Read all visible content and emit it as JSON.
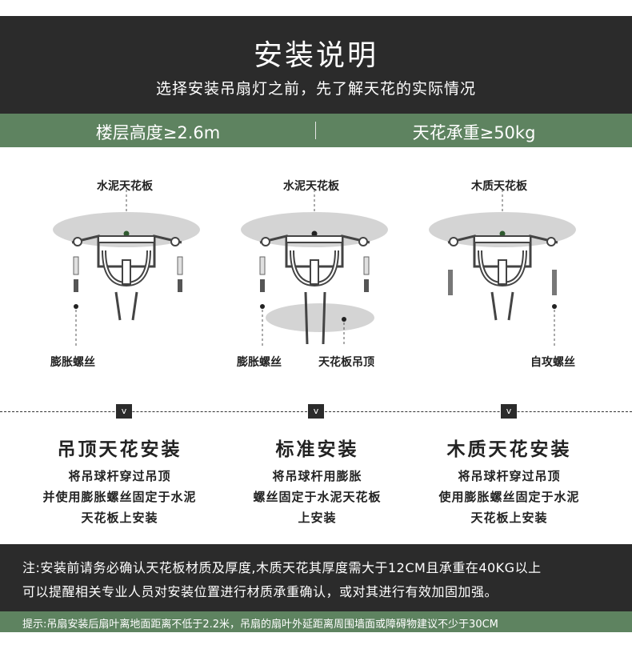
{
  "header": {
    "title": "安装说明",
    "subtitle": "选择安装吊扇灯之前，先了解天花的实际情况"
  },
  "requirements": {
    "floor_height": "楼层高度≥2.6m",
    "ceiling_load": "天花承重≥50kg"
  },
  "diagrams": [
    {
      "ceiling_label": "水泥天花板",
      "screw_label": "膨胀螺丝",
      "ceiling_label2": ""
    },
    {
      "ceiling_label": "水泥天花板",
      "screw_label": "膨胀螺丝",
      "ceiling_label2": "天花板吊顶"
    },
    {
      "ceiling_label": "木质天花板",
      "screw_label": "自攻螺丝",
      "ceiling_label2": ""
    }
  ],
  "methods": [
    {
      "title": "吊顶天花安装",
      "lines": [
        "将吊球杆穿过吊顶",
        "并使用膨胀螺丝固定于水泥",
        "天花板上安装"
      ]
    },
    {
      "title": "标准安装",
      "lines": [
        "将吊球杆用膨胀",
        "螺丝固定于水泥天花板",
        "上安装"
      ]
    },
    {
      "title": "木质天花安装",
      "lines": [
        "将吊球杆穿过吊顶",
        "使用膨胀螺丝固定于水泥",
        "天花板上安装"
      ]
    }
  ],
  "step_marker": "v",
  "note": {
    "line1": "注:安装前请务必确认天花板材质及厚度,木质天花其厚度需大于12CM且承重在40KG以上",
    "line2": "可以提醒相关专业人员对安装位置进行材质承重确认，或对其进行有效加固加强。"
  },
  "tip": "提示:吊扇安装后扇叶离地面距离不低于2.2米，吊扇的扇叶外延距离周围墙面或障碍物建议不少于30CM",
  "colors": {
    "dark": "#2b2b2b",
    "green": "#5e8360",
    "ceiling_gray": "#d4d4d4"
  }
}
